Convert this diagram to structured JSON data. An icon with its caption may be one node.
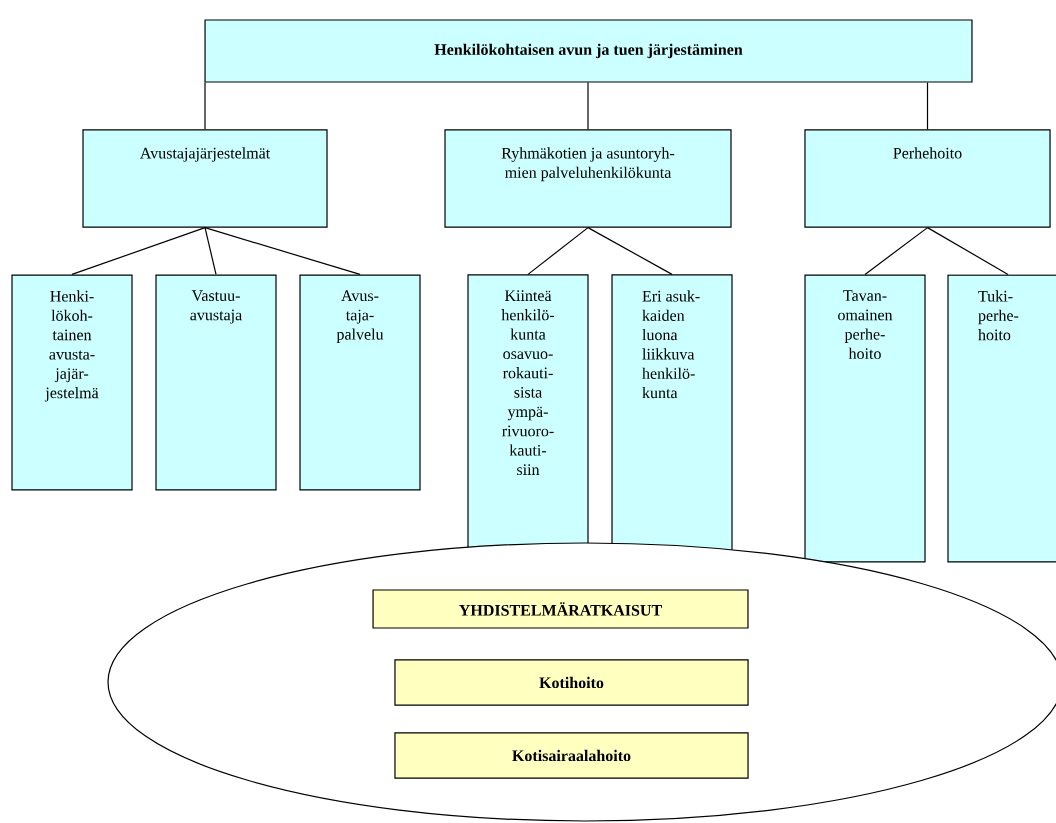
{
  "diagram": {
    "nodes": [
      {
        "text": [
          "Henkilökohtaisen avun ja tuen järjestäminen"
        ]
      },
      {
        "text": [
          "Avustajajärjestelmät"
        ]
      },
      {
        "text": [
          "Ryhmäkotien ja asuntoryh- mien palveluhenkilökunta"
        ]
      },
      {
        "text": [
          "Perhehoito"
        ]
      },
      {
        "text": [
          "Henki- lökoh- tainen avusta- jajär- jestelmä"
        ]
      },
      {
        "text": [
          "Vastuu- avustaja"
        ]
      },
      {
        "text": [
          "Avus- taja- palvelu"
        ]
      },
      {
        "text": [
          "Kiinteä henkilö- kunta osavuo- rokauti- sista ympä- rivuoro- kauti- siin"
        ]
      },
      {
        "text": [
          "Eri asuk- kaiden luona liikkuva henkilö- kunta"
        ]
      },
      {
        "text": [
          "Tavan- omainen perhe- hoito"
        ]
      },
      {
        "text": [
          "Tuki- perhe- hoito"
        ]
      },
      {
        "text": [],
        "shape": "ellipse"
      },
      {
        "text": [
          "YHDISTELMÄRATKAISUT"
        ],
        "in": 11
      },
      {
        "text": [
          "Kotihoito"
        ],
        "in": 11
      },
      {
        "text": [
          "Kotisairaalahoito"
        ],
        "in": 11
      }
    ],
    "edges": [
      {
        "from": 0,
        "to": 1,
        "arrow": "none"
      },
      {
        "from": 0,
        "to": 2,
        "arrow": "none"
      },
      {
        "from": 0,
        "to": 3,
        "arrow": "none"
      },
      {
        "from": 1,
        "to": 4,
        "arrow": "none"
      },
      {
        "from": 1,
        "to": 5,
        "arrow": "none"
      },
      {
        "from": 1,
        "to": 6,
        "arrow": "none"
      },
      {
        "from": 2,
        "to": 7,
        "arrow": "none"
      },
      {
        "from": 2,
        "to": 8,
        "arrow": "none"
      },
      {
        "from": 3,
        "to": 9,
        "arrow": "none"
      },
      {
        "from": 3,
        "to": 10,
        "arrow": "none"
      }
    ]
  }
}
